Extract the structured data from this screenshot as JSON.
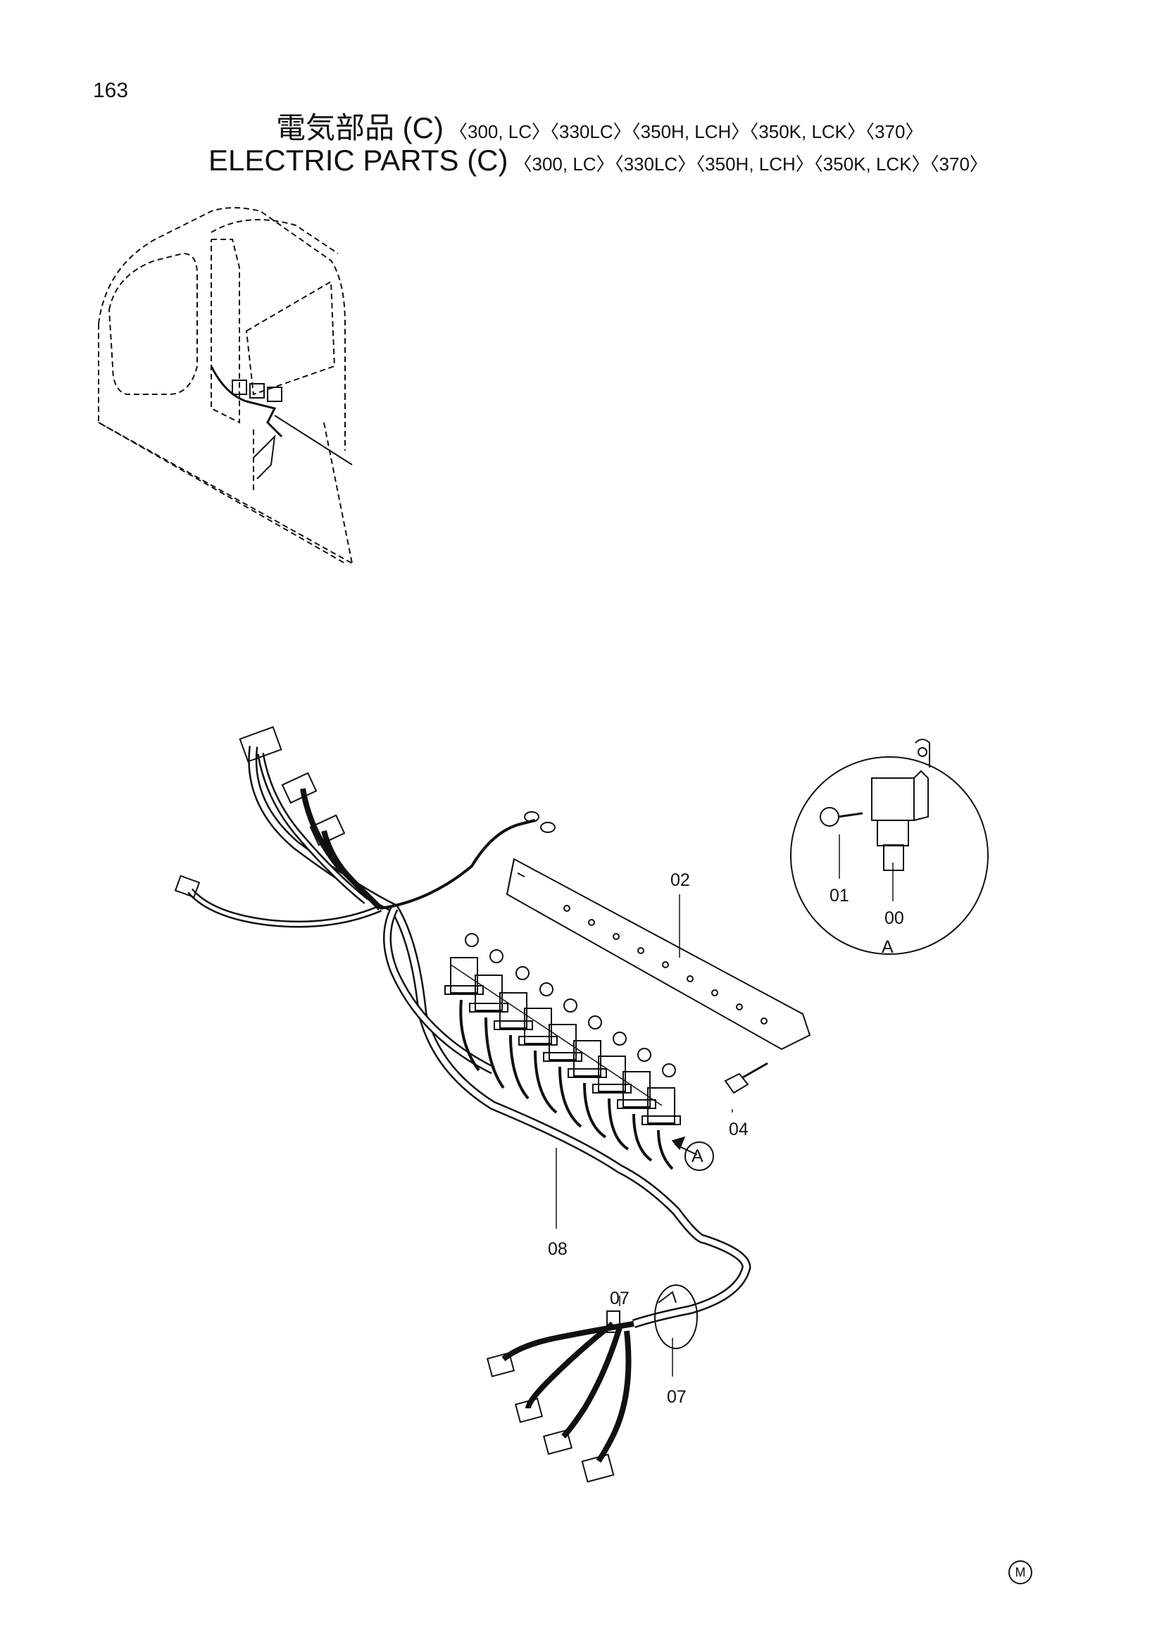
{
  "page_number": "163",
  "title": {
    "jp": "電気部品 (C)",
    "en": "ELECTRIC PARTS (C)",
    "models": "〈300, LC〉〈330LC〉〈350H, LCH〉〈350K, LCK〉〈370〉"
  },
  "callouts": {
    "p00": "00",
    "p01": "01",
    "p02": "02",
    "p04": "04",
    "p07a": "07",
    "p07b": "07",
    "p08": "08",
    "detail_ref": "A",
    "detail_label": "A"
  },
  "corner_mark": "M"
}
